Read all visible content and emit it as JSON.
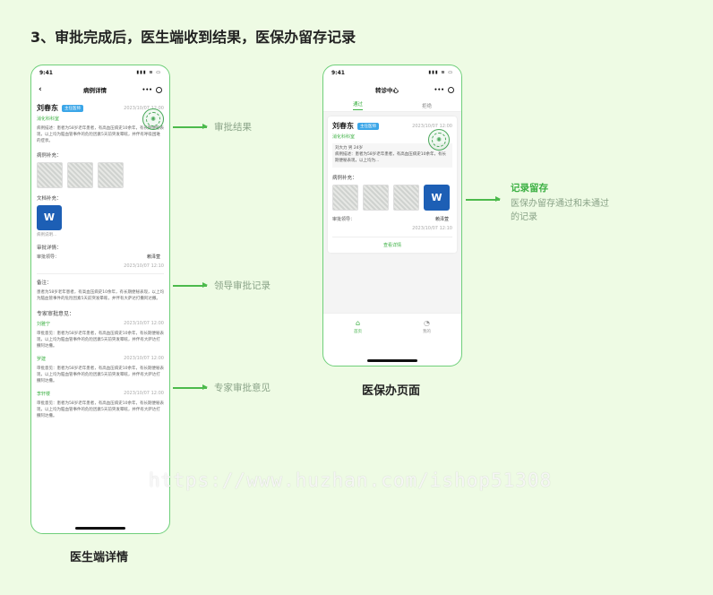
{
  "heading": "3、审批完成后，医生端收到结果，医保办留存记录",
  "left_phone": {
    "time": "9:41",
    "status_icons": "▮▮▮ ≋ ▭",
    "back_glyph": "‹",
    "title": "病例详情",
    "menu_glyph": "•••",
    "patient_name": "刘春东",
    "badge": "主任医师",
    "dept": "消化科科室",
    "date": "2023/10/07 12:00",
    "stamp_glyph": "✺",
    "desc": "病例描述：患者为58岁老年患者，有高血压病史10余年，有长期便秘表现，以上均为脑血管事件的危险因素5天前突发晕眩，并伴有呼吸困难的症状。",
    "case_supplement_label": "病例补充：",
    "doc_supplement_label": "文档补充：",
    "word_glyph": "W",
    "file_name": "病例说明...",
    "approval_detail_label": "审批详情：",
    "approver_label": "审批领导：",
    "approver_value": "赖泽萱",
    "approval_date": "2023/10/07 12:10",
    "remark_label": "备注：",
    "remark_text": "患者为58岁老年患者，有高血压病史10余年，有长期便秘表现，以上均为脑血管事件的危险因素5天前突发晕眩，并伴有大萨达打撒阿达撒。",
    "expert_section_label": "专家审批意见：",
    "experts": [
      {
        "name": "刘雅宁",
        "date": "2023/10/07 12:00",
        "text": "审批意见：患者为58岁老年患者，有高血压病史10余年，有长期便秘表现，以上均为脑血管事件的危险因素5天前突发晕眩，并伴有大萨达打撒阿达撒。"
      },
      {
        "name": "罗建",
        "date": "2023/10/07 12:00",
        "text": "审批意见：患者为58岁老年患者，有高血压病史10余年，有长期便秘表现，以上均为脑血管事件的危险因素5天前突发晕眩，并伴有大萨达打撒阿达撒。"
      },
      {
        "name": "李轩楼",
        "date": "2023/10/07 12:00",
        "text": "审批意见：患者为58岁老年患者，有高血压病史10余年，有长期便秘表现，以上均为脑血管事件的危险因素5天前突发晕眩，并伴有大萨达打撒阿达撒。"
      }
    ]
  },
  "right_phone": {
    "time": "9:41",
    "status_icons": "▮▮▮ ≋ ▭",
    "title": "转诊中心",
    "menu_glyph": "•••",
    "tabs": [
      "通过",
      "拒绝"
    ],
    "patient_name": "刘春东",
    "badge": "主任医师",
    "dept": "消化科科室",
    "date": "2023/10/07 12:00",
    "stamp_glyph": "✺",
    "patient_info": "刘大力  男  24岁",
    "desc": "病例描述：患者为58岁老年患者，有高血压病史10余年，有长期便秘表现，以上均为...",
    "case_supplement_label": "病例补充：",
    "word_glyph": "W",
    "approver_label": "审批领导：",
    "approver_value": "赖泽萱",
    "approval_date": "2023/10/07 12:10",
    "view_detail": "查看详情",
    "tabbar": [
      {
        "icon": "⌂",
        "label": "首页"
      },
      {
        "icon": "◔",
        "label": "我的"
      }
    ]
  },
  "annotations": {
    "approval_result": "审批结果",
    "leader_record": "领导审批记录",
    "expert_opinion": "专家审批意见",
    "record_keep_title": "记录留存",
    "record_keep_desc": "医保办留存通过和未通过的记录"
  },
  "captions": {
    "left": "医生端详情",
    "right": "医保办页面"
  },
  "watermark": "https://www.huzhan.com/ishop51308"
}
